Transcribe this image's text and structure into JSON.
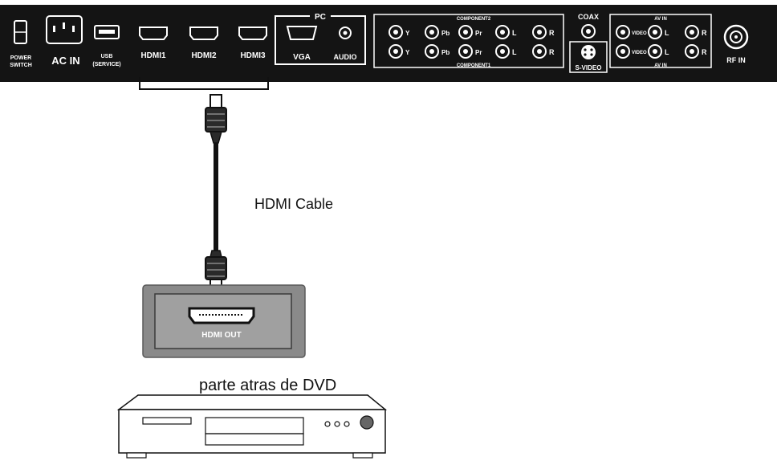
{
  "panel": {
    "power_label_1": "POWER",
    "power_label_2": "SWITCH",
    "ac_in": "AC IN",
    "usb_label_1": "USB",
    "usb_label_2": "(SERVICE)",
    "hdmi1": "HDMI1",
    "hdmi2": "HDMI2",
    "hdmi3": "HDMI3",
    "pc": "PC",
    "vga": "VGA",
    "audio": "AUDIO",
    "component2": "COMPONENT2",
    "component1": "COMPONENT1",
    "y": "Y",
    "pb": "Pb",
    "pr": "Pr",
    "l": "L",
    "r": "R",
    "coax": "COAX",
    "svideo": "S-VIDEO",
    "avin": "AV IN",
    "video": "VIDEO",
    "rf_in": "RF IN"
  },
  "cable_label": "HDMI Cable",
  "dvd_panel_label": "HDMI OUT",
  "dvd_caption": "parte atras de DVD",
  "colors": {
    "panel": "#141414",
    "dvd_back": "#8a8a8a",
    "cable": "#111111"
  }
}
